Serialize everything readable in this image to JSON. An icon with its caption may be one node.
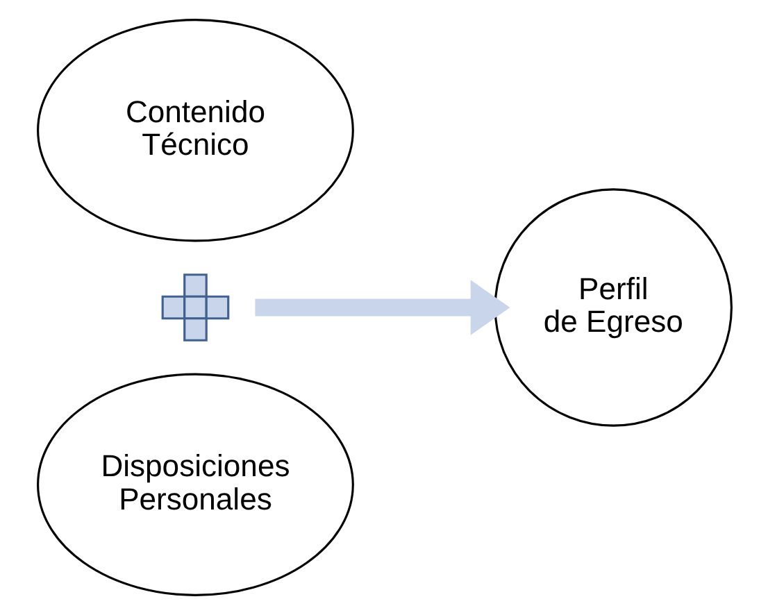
{
  "diagram": {
    "nodes": [
      {
        "text": [
          "Contenido Técnico"
        ]
      },
      {
        "text": [],
        "shape": "plus"
      },
      {
        "text": [
          "Disposiciones Personales"
        ]
      },
      {
        "text": [
          "Perfil de Egreso"
        ]
      }
    ],
    "edges": [
      {
        "from": 1,
        "to": 3,
        "arrow": "to",
        "color": "#c9d5ea"
      }
    ]
  }
}
